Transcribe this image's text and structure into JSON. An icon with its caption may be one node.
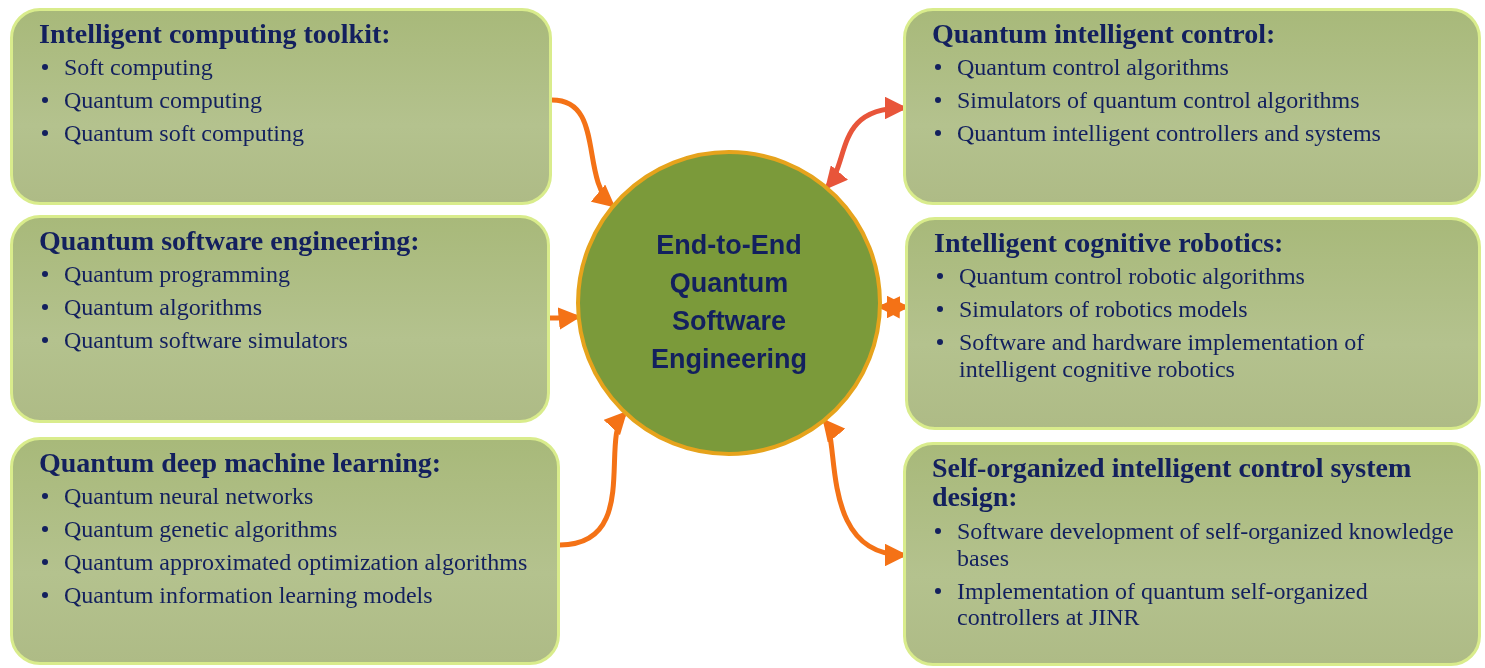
{
  "diagram": {
    "nodes": [
      {
        "text": [
          "Intelligent computing toolkit:",
          "Soft computing",
          "Quantum computing",
          "Quantum soft computing"
        ]
      },
      {
        "text": [
          "Quantum intelligent control:",
          "Quantum control algorithms",
          "Simulators of quantum control algorithms",
          "Quantum intelligent controllers and systems"
        ]
      },
      {
        "text": [
          "Quantum software engineering:",
          "Quantum programming",
          "Quantum algorithms",
          "Quantum software simulators"
        ]
      },
      {
        "text": [
          "End-to-End Quantum Software Engineering"
        ]
      },
      {
        "text": [
          "Intelligent cognitive robotics:",
          "Quantum control robotic algorithms",
          "Simulators of robotics models",
          "Software and hardware implementation of intelligent cognitive robotics"
        ]
      },
      {
        "text": [
          "Quantum deep machine learning:",
          "Quantum neural networks",
          "Quantum genetic algorithms",
          "Quantum approximated optimization algorithms",
          "Quantum information learning models"
        ]
      },
      {
        "text": [
          "Self-organized intelligent control system design:",
          "Software development of self-organized knowledge bases",
          "Implementation of quantum self-organized controllers at JINR"
        ]
      }
    ],
    "edges": [
      {
        "from": 0,
        "to": 3,
        "arrow": "to"
      },
      {
        "from": 3,
        "to": 1,
        "arrow": "both",
        "color": "#e8553a"
      },
      {
        "from": 2,
        "to": 3,
        "arrow": "to"
      },
      {
        "from": 3,
        "to": 4,
        "arrow": "both"
      },
      {
        "from": 5,
        "to": 3,
        "arrow": "to"
      },
      {
        "from": 3,
        "to": 6,
        "arrow": "both"
      }
    ]
  }
}
